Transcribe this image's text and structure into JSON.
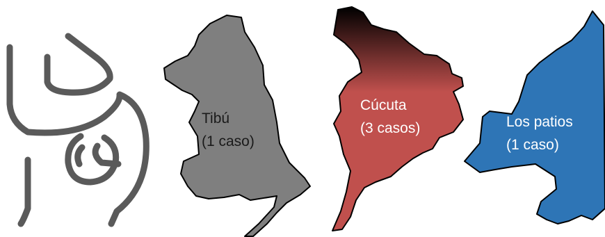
{
  "map": {
    "icon": "pregnant-woman-icon",
    "regions": [
      {
        "id": "tibu",
        "name": "Tibú",
        "cases": "(1 caso)",
        "fill": "#7f7f7f",
        "label_color": "#1a1a1a"
      },
      {
        "id": "cucuta",
        "name": "Cúcuta",
        "cases": "(3 casos)",
        "fill_top": "#000000",
        "fill_bottom": "#c0504d",
        "label_color": "#ffffff"
      },
      {
        "id": "los-patios",
        "name": "Los patios",
        "cases": "(1 caso)",
        "fill": "#2e75b6",
        "label_color": "#ffffff"
      }
    ]
  }
}
